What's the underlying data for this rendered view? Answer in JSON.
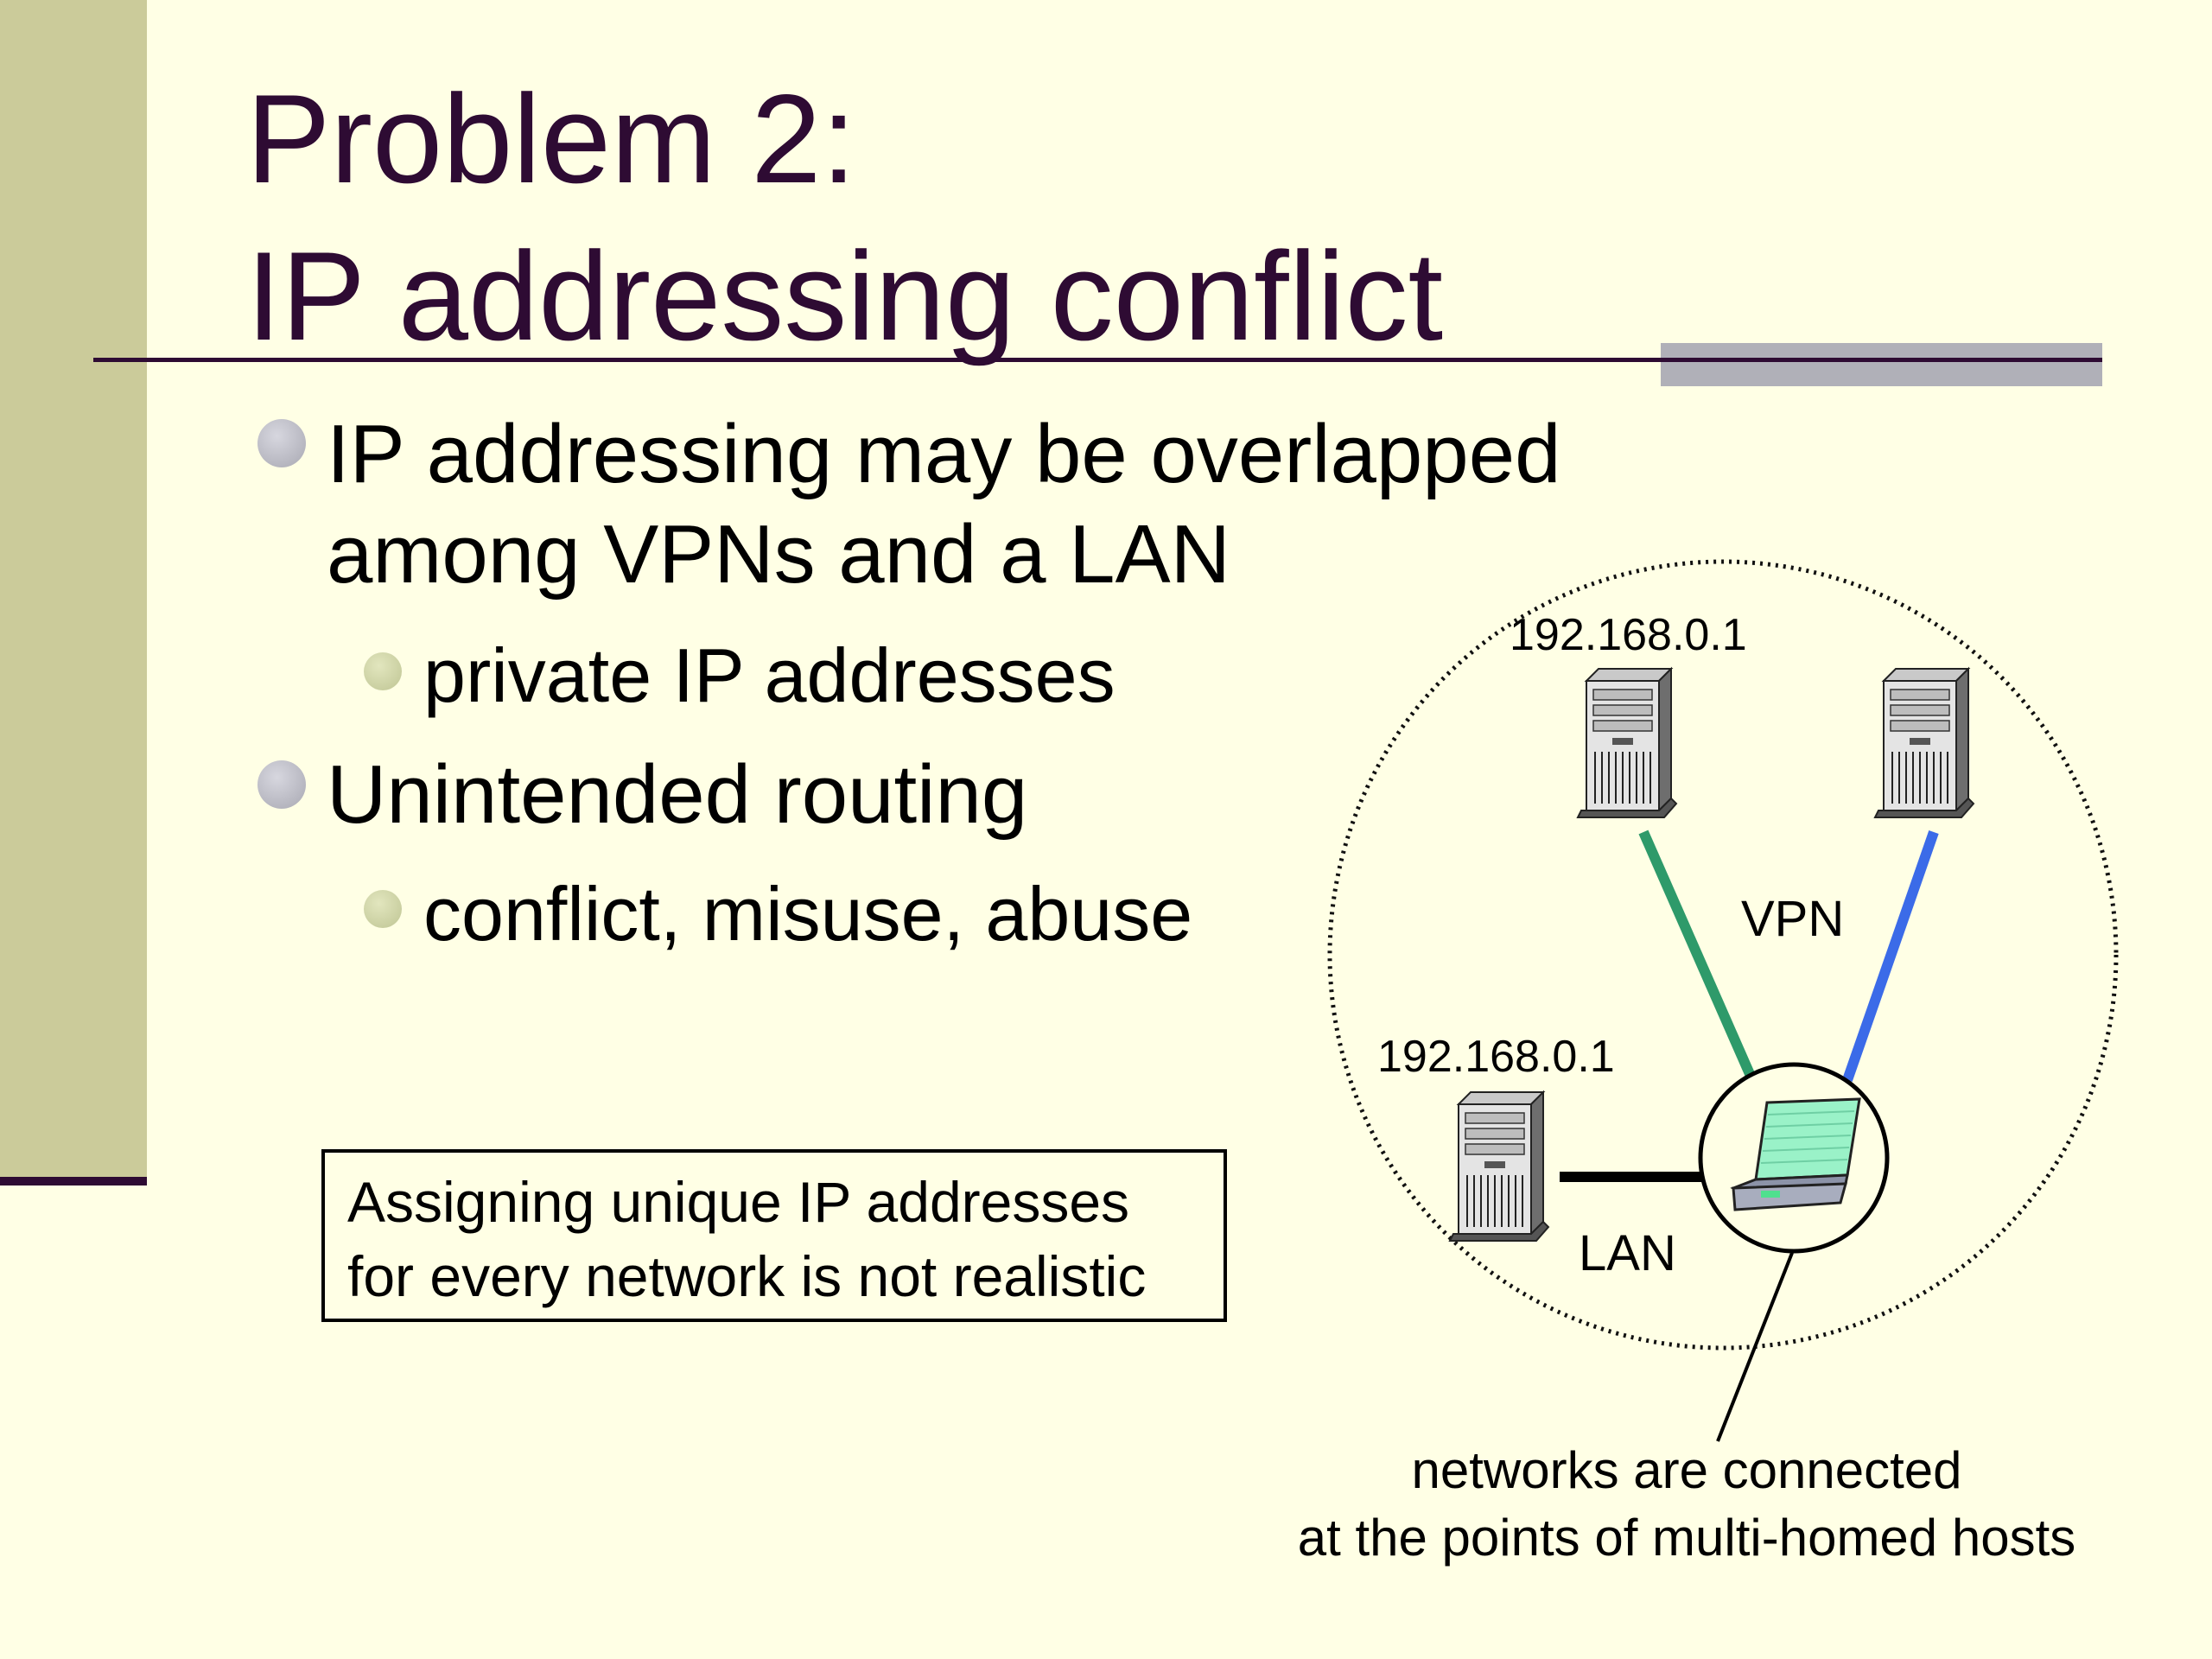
{
  "title": {
    "line1": "Problem 2:",
    "line2": "IP addressing conflict"
  },
  "bullets": [
    {
      "level": 1,
      "line1": "IP addressing may be overlapped",
      "line2": "among VPNs and a LAN"
    },
    {
      "level": 2,
      "text": "private IP addresses"
    },
    {
      "level": 1,
      "text": "Unintended routing"
    },
    {
      "level": 2,
      "text": "conflict, misuse, abuse"
    }
  ],
  "note": {
    "line1": "Assigning unique IP addresses",
    "line2": "for every network is not realistic"
  },
  "diagram": {
    "vpn_server_ip": "192.168.0.1",
    "lan_server_ip": "192.168.0.1",
    "vpn_label": "VPN",
    "lan_label": "LAN",
    "caption_line1": "networks are connected",
    "caption_line2": "at the points of multi-homed hosts",
    "colors": {
      "vpn_link_1": "#2E9A6A",
      "vpn_link_2": "#3B6BE8",
      "lan_link": "#000000"
    }
  }
}
